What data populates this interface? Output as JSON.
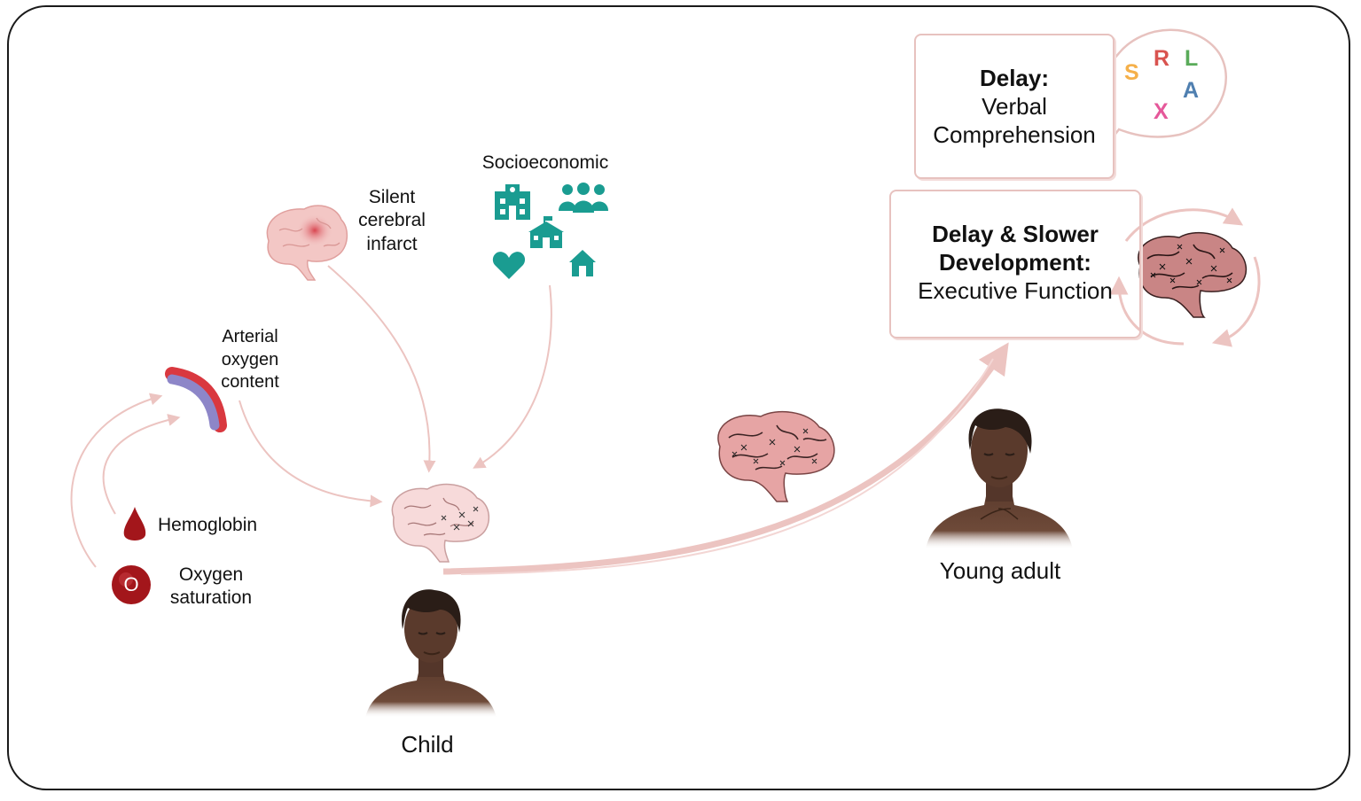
{
  "labels": {
    "silent_infarct": [
      "Silent",
      "cerebral",
      "infarct"
    ],
    "socioeconomic": "Socioeconomic",
    "arterial": [
      "Arterial",
      "oxygen",
      "content"
    ],
    "hemoglobin": "Hemoglobin",
    "oxygen_saturation": [
      "Oxygen",
      "saturation"
    ],
    "o_letter": "O",
    "child": "Child",
    "young_adult": "Young adult"
  },
  "verbal_box": {
    "title": "Delay:",
    "lines": [
      "Verbal",
      "Comprehension"
    ],
    "bubble_letters": [
      "S",
      "R",
      "L",
      "A",
      "X"
    ]
  },
  "executive_box": {
    "title_lines": [
      "Delay & Slower",
      "Development:"
    ],
    "subtitle": "Executive Function"
  },
  "colors": {
    "arrow": "#ecc4c1",
    "teal": "#1a9c91",
    "blood": "#a3161b",
    "vessel_purple": "#8d86c8",
    "vessel_red": "#d9383f",
    "brain_pink": "#f1c2c2",
    "brain_dark": "#c98585",
    "skin": "#5a3a2c",
    "hair": "#2a1d17",
    "letter_S": "#f5b04a",
    "letter_R": "#d9534f",
    "letter_L": "#5aab5a",
    "letter_A": "#4f7fb0",
    "letter_X": "#e5589a"
  },
  "icons": [
    "brain-icon",
    "hospital-icon",
    "people-icon",
    "school-icon",
    "heart-icon",
    "home-icon",
    "blood-drop-icon",
    "blood-vessel-icon",
    "person-icon"
  ]
}
